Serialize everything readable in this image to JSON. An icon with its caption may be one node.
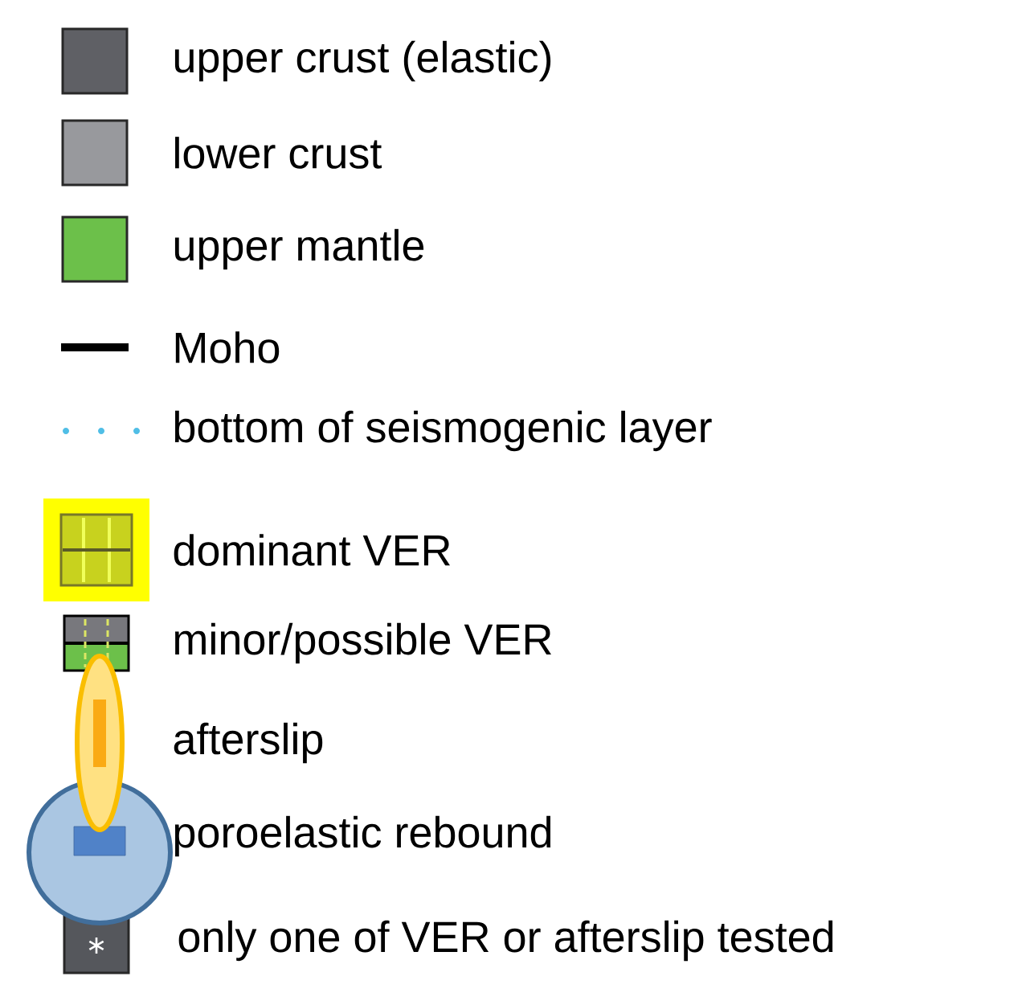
{
  "diagram": {
    "legend": [
      {
        "text": "upper crust (elastic)",
        "color": "#5f6065"
      },
      {
        "text": "lower crust",
        "color": "#98999d"
      },
      {
        "text": "upper mantle",
        "color": "#6cc04a"
      },
      {
        "text": "Moho"
      },
      {
        "text": "bottom of seismogenic layer"
      },
      {
        "text": "dominant VER"
      },
      {
        "text": "minor/possible VER"
      },
      {
        "text": "afterslip"
      },
      {
        "text": "poroelastic rebound"
      },
      {
        "text": "only one of VER or afterslip tested"
      }
    ]
  }
}
